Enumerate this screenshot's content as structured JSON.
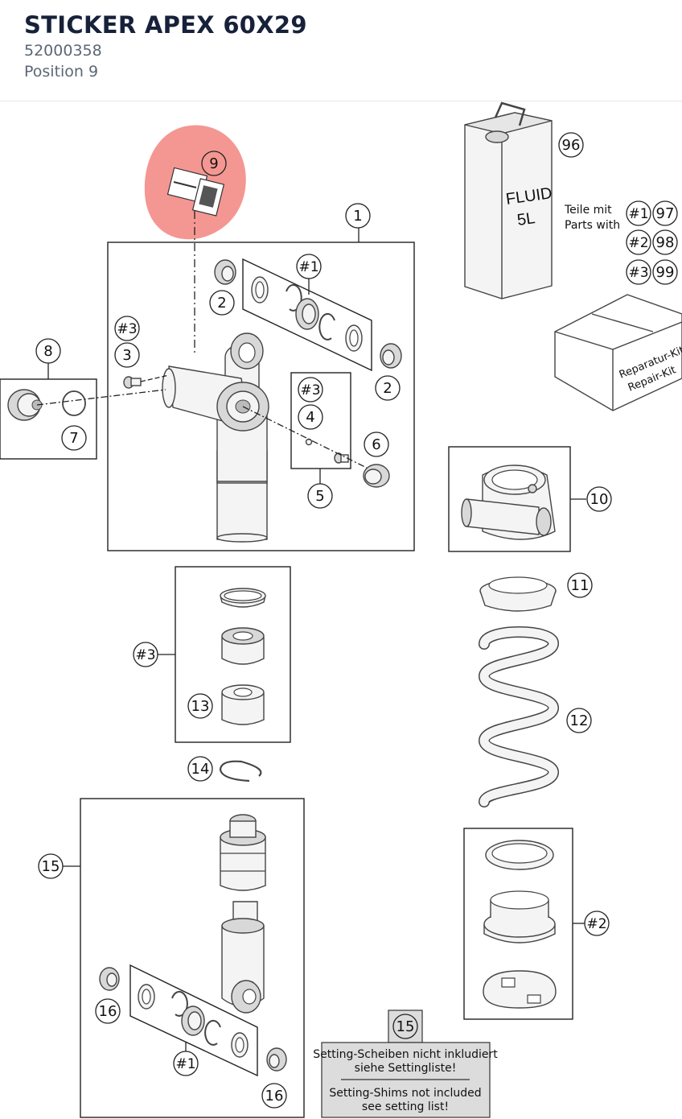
{
  "header": {
    "title": "STICKER APEX 60X29",
    "part_number": "52000358",
    "position": "Position 9"
  },
  "highlight_color": "#f2857f",
  "callouts": {
    "c1": "1",
    "c2a": "2",
    "c2b": "2",
    "c3": "3",
    "c4": "4",
    "c5": "5",
    "c6": "6",
    "c7": "7",
    "c8": "8",
    "c9": "9",
    "c10": "10",
    "c11": "11",
    "c12": "12",
    "c13": "13",
    "c14": "14",
    "c15a": "15",
    "c15b": "15",
    "c16a": "16",
    "c16b": "16",
    "c96": "96",
    "c97": "97",
    "c98": "98",
    "c99": "99",
    "h1a": "#1",
    "h1b": "#1",
    "h1c": "#1",
    "h2a": "#2",
    "h2b": "#2",
    "h3a": "#3",
    "h3b": "#3",
    "h3c": "#3",
    "h3d": "#3"
  },
  "legend": {
    "line1": "Teile mit",
    "line2": "Parts with"
  },
  "fluid_can": {
    "line1": "FLUID",
    "line2": "5L"
  },
  "repair_kit": {
    "line1": "Reparatur-Kit",
    "line2": "Repair-Kit"
  },
  "note": {
    "de_line1": "Setting-Scheiben nicht inkludiert",
    "de_line2": "siehe Settingliste!",
    "en_line1": "Setting-Shims not included",
    "en_line2": "see setting list!"
  }
}
